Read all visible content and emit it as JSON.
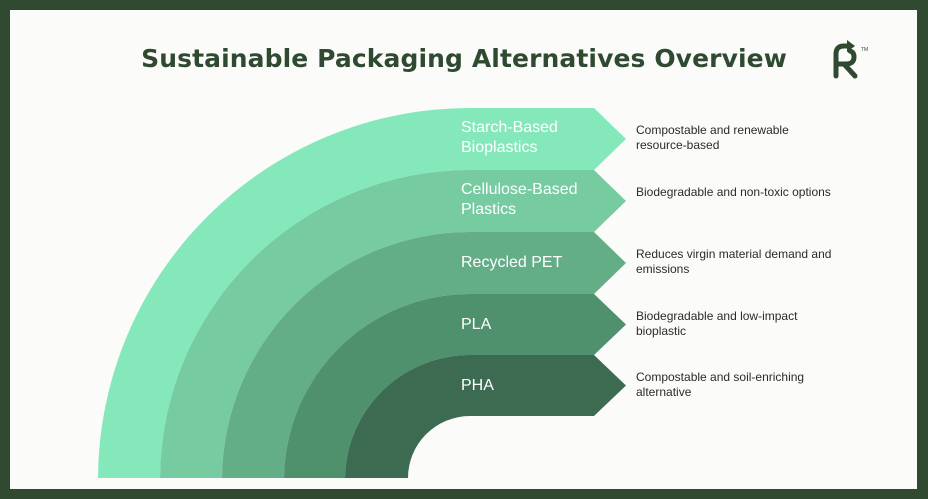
{
  "title": "Sustainable Packaging Alternatives Overview",
  "logo": {
    "icon": "recycle-r-logo-icon",
    "mark": "TM"
  },
  "colors": {
    "page_border": "#2f4a31",
    "band_1": "#84e8bb",
    "band_2": "#77cba1",
    "band_3": "#63ad87",
    "band_4": "#4f906d",
    "band_5": "#3d6b52"
  },
  "items": [
    {
      "label": "Starch-Based Bioplastics",
      "line1": "Starch-Based",
      "line2": "Bioplastics",
      "description": "Compostable and renewable resource-based"
    },
    {
      "label": "Cellulose-Based Plastics",
      "line1": "Cellulose-Based",
      "line2": "Plastics",
      "description": "Biodegradable and non-toxic options"
    },
    {
      "label": "Recycled PET",
      "line1": "Recycled PET",
      "line2": "",
      "description": "Reduces virgin material demand and emissions"
    },
    {
      "label": "PLA",
      "line1": "PLA",
      "line2": "",
      "description": "Biodegradable and low-impact bioplastic"
    },
    {
      "label": "PHA",
      "line1": "PHA",
      "line2": "",
      "description": "Compostable and soil-enriching alternative"
    }
  ]
}
